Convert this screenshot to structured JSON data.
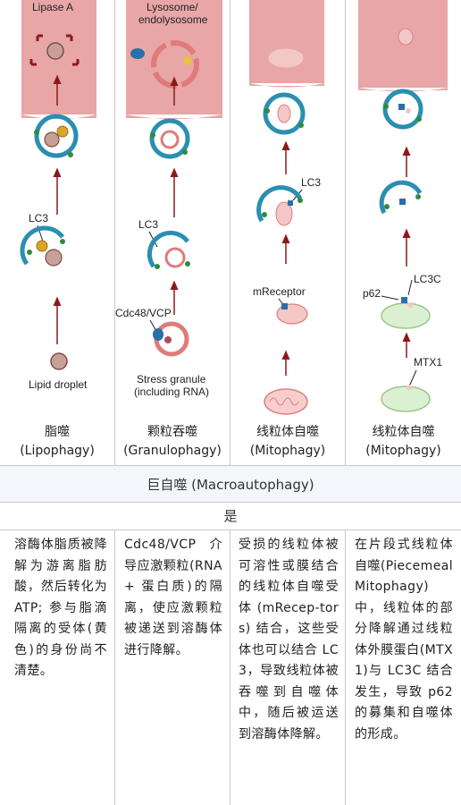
{
  "columns": [
    {
      "title_zh": "脂噬",
      "title_en": "(Lipophagy)",
      "labels": {
        "top": "Lipase A",
        "lc3": "LC3",
        "bottom": "Lipid droplet"
      },
      "description": "溶酶体脂质被降解为游离脂肪酸，然后转化为 ATP; 参与脂滴隔离的受体(黄色)的身份尚不清楚。"
    },
    {
      "title_zh": "颗粒吞噬",
      "title_en": "(Granulophagy)",
      "labels": {
        "top1": "Lysosome/",
        "top2": "endolysosome",
        "lc3": "LC3",
        "cdc": "Cdc48/VCP",
        "bottom1": "Stress granule",
        "bottom2": "(including RNA)"
      },
      "description": "Cdc48/VCP 介导应激颗粒(RNA+ 蛋白质)的隔离，使应激颗粒被递送到溶酶体进行降解。"
    },
    {
      "title_zh": "线粒体自噬",
      "title_en": "(Mitophagy)",
      "labels": {
        "lc3": "LC3",
        "mreceptor": "mReceptor"
      },
      "description": "受损的线粒体被可溶性或膜结合的线粒体自噬受体 (mRecep-tors) 结合，这些受体也可以结合 LC3，导致线粒体被吞噬到自噬体中，随后被运送到溶酶体降解。"
    },
    {
      "title_zh": "线粒体自噬",
      "title_en": "(Mitophagy)",
      "labels": {
        "lc3c": "LC3C",
        "p62": "p62",
        "mtx1": "MTX1"
      },
      "description": "在片段式线粒体自噬(Piecemeal Mitophagy)中，线粒体的部分降解通过线粒体外膜蛋白(MTX1)与 LC3C 结合发生，导致 p62的募集和自噬体的形成。"
    }
  ],
  "macro_label": "巨自噬 (Macroautophagy)",
  "yes_label": "是",
  "colors": {
    "lysosome": "#e8a6a6",
    "membrane": "#2a8fb0",
    "arrow": "#8b1a1a",
    "lc3_dot": "#2e8b3e",
    "lipid": "#c9a097",
    "band_bg": "#f4f6fb"
  }
}
